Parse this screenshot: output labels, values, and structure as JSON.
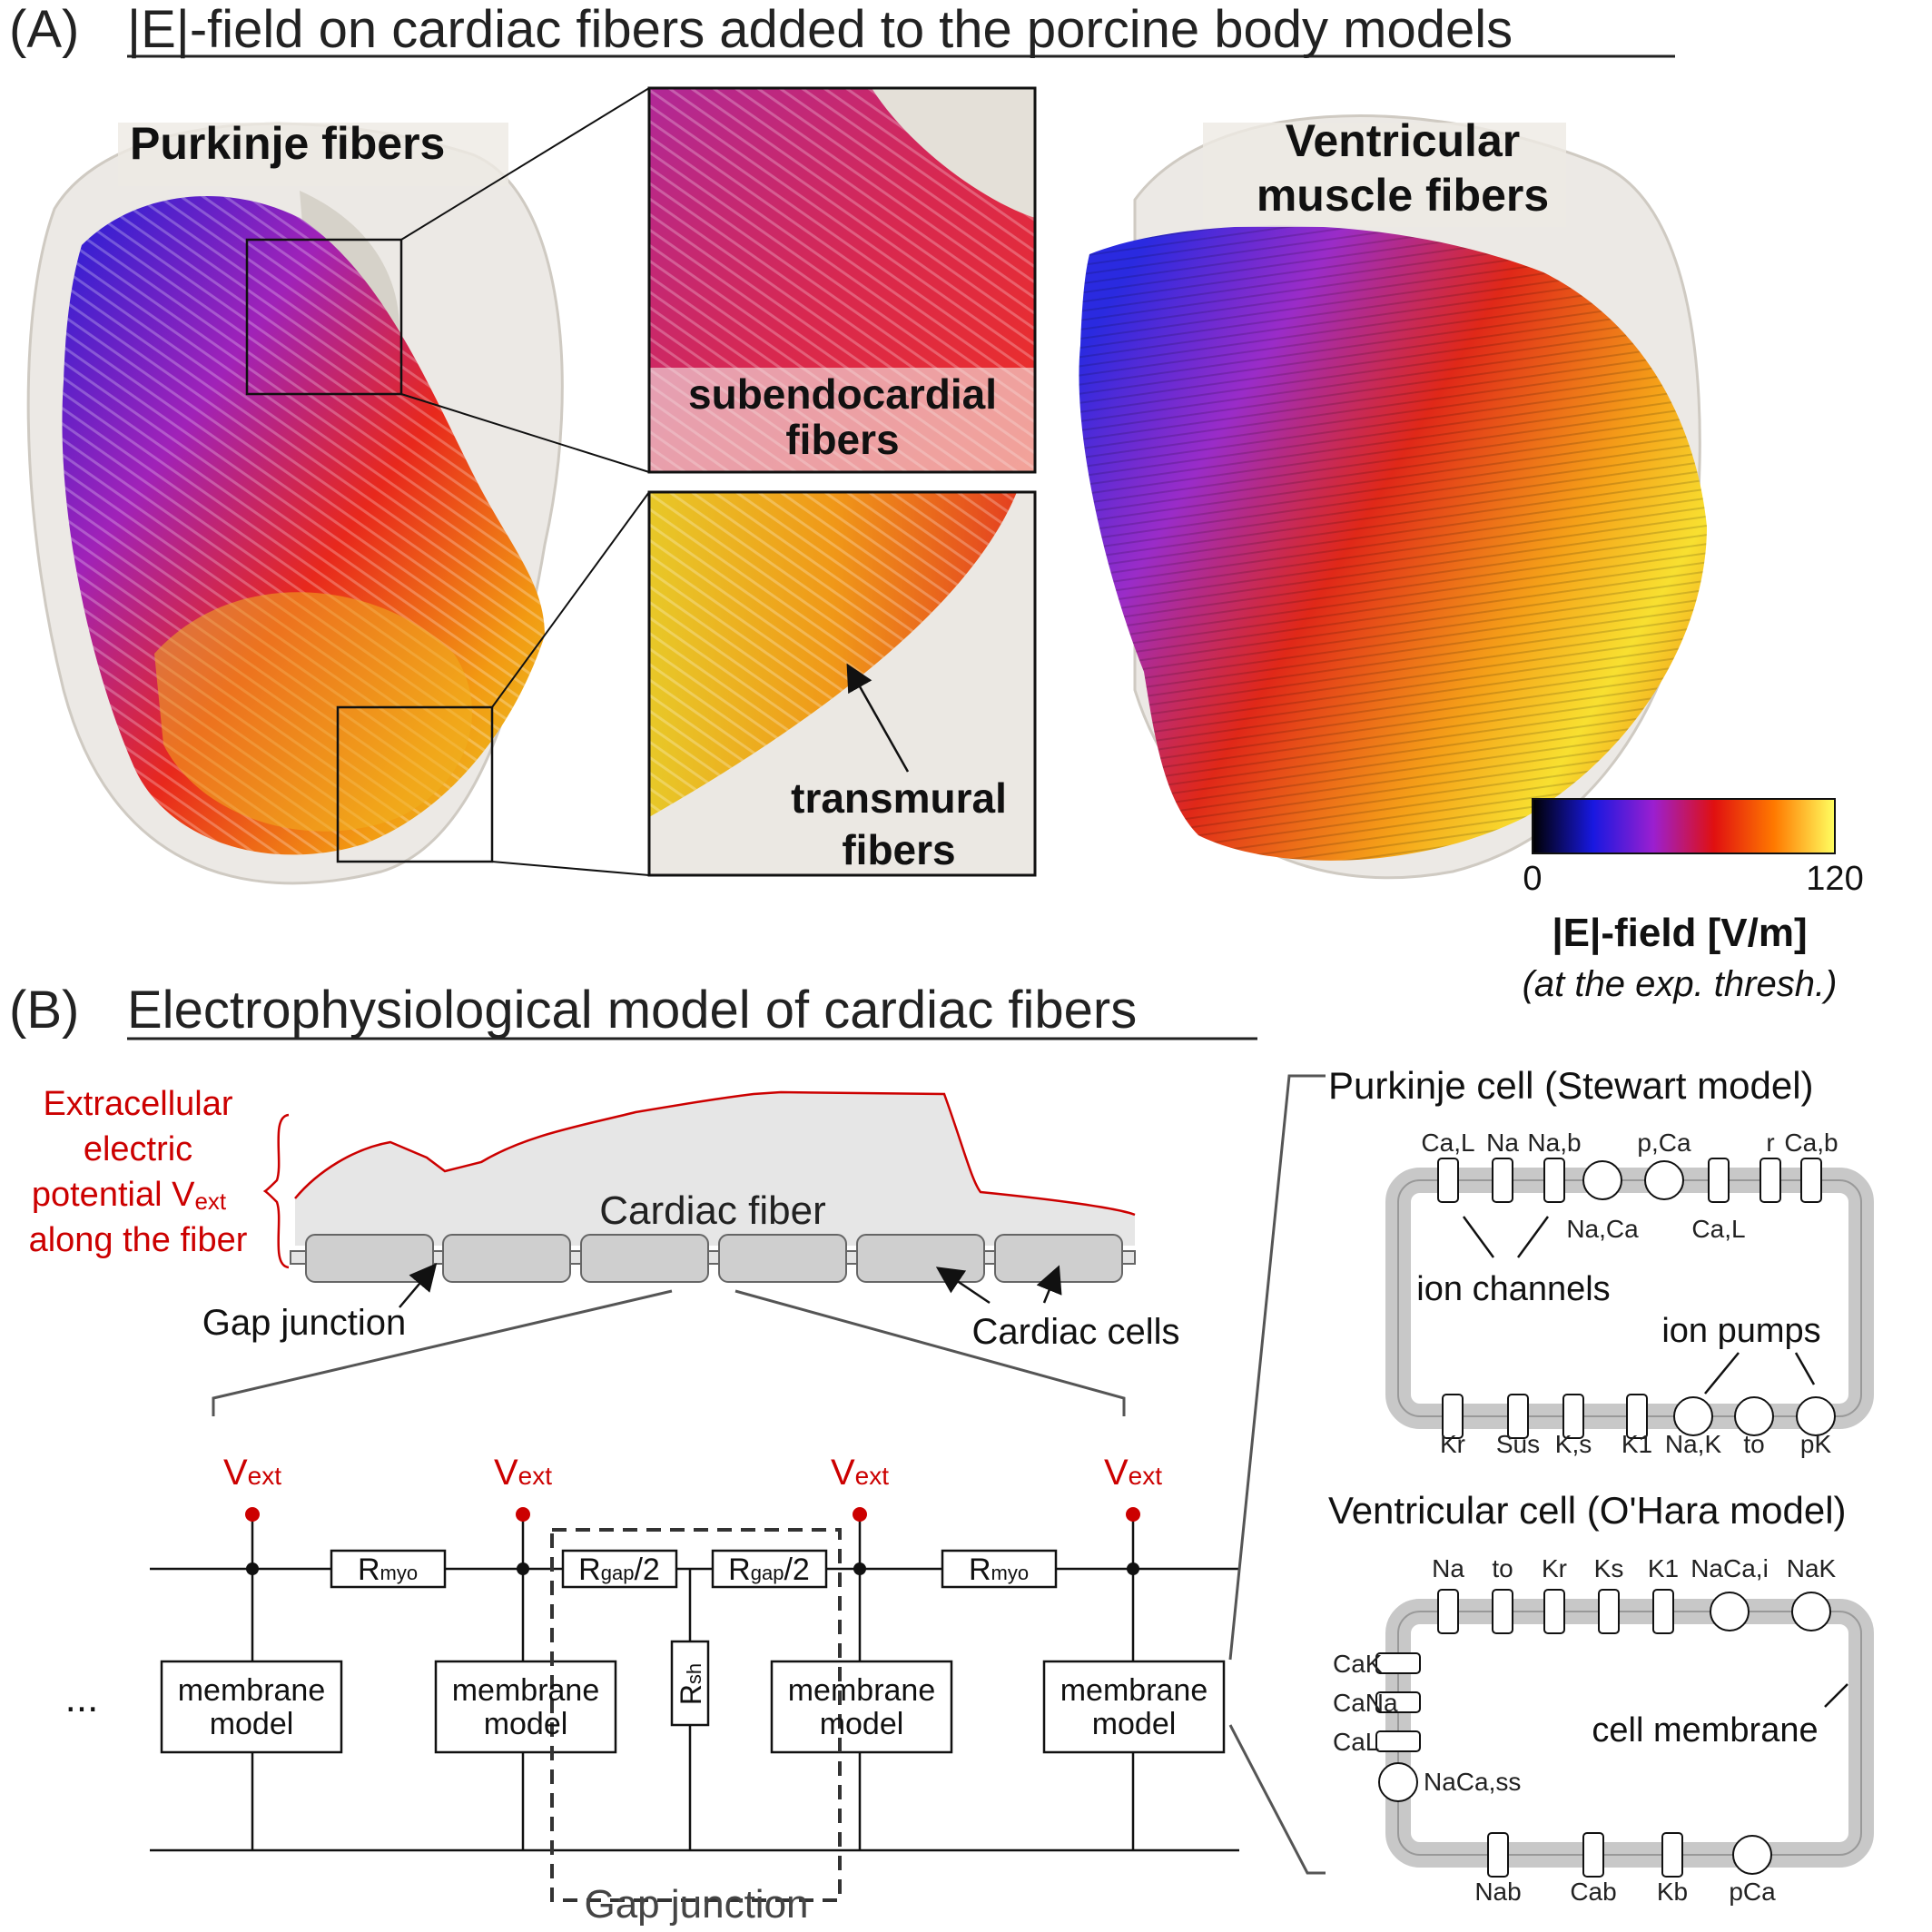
{
  "panel_a": {
    "letter": "(A)",
    "title": "|E|-field on cardiac fibers added to the porcine body models",
    "purkinje_label": "Purkinje fibers",
    "ventricular_label_1": "Ventricular",
    "ventricular_label_2": "muscle fibers",
    "subendo_label_1": "subendocardial",
    "subendo_label_2": "fibers",
    "transmural_label_1": "transmural",
    "transmural_label_2": "fibers",
    "colorbar": {
      "min": "0",
      "max": "120",
      "label": "|E|-field [V/m]",
      "sublabel": "(at the exp. thresh.)",
      "colors": [
        "#000000",
        "#1818e0",
        "#9b1fd0",
        "#e01010",
        "#ff7a00",
        "#ffff60"
      ]
    }
  },
  "panel_b": {
    "letter": "(B)",
    "title": "Electrophysiological model of cardiac fibers",
    "vext_label_1": "Extracellular",
    "vext_label_2": "electric",
    "vext_label_3": "potential V",
    "vext_label_3_sub": "ext",
    "vext_label_4": "along the fiber",
    "cardiac_fiber": "Cardiac fiber",
    "gap_junction_arrow": "Gap junction",
    "cardiac_cells": "Cardiac cells",
    "ellipsis": "...",
    "vext_main": "V",
    "vext_sub": "ext",
    "rmyo_main": "R",
    "rmyo_sub": "myo",
    "rgap_main": "R",
    "rgap_sub": "gap",
    "rgap_suffix": "/2",
    "rsh_main": "R",
    "rsh_sub": "sh",
    "membrane_1": "membrane",
    "membrane_2": "model",
    "gap_junction_box": "Gap junction",
    "accent_red": "#cc0000",
    "purkinje": {
      "title": "Purkinje cell (Stewart model)",
      "top_labels": [
        "Ca,L",
        "Na",
        "Na,b",
        "p,Ca",
        "r",
        "Ca,b"
      ],
      "mid_labels": [
        "Na,Ca",
        "Ca,L"
      ],
      "bottom_labels": [
        "Kr",
        "Sus",
        "K,s",
        "K1",
        "Na,K",
        "to",
        "pK"
      ],
      "ion_channels": "ion channels",
      "ion_pumps": "ion pumps"
    },
    "ventricular": {
      "title": "Ventricular cell (O'Hara model)",
      "top_labels": [
        "Na",
        "to",
        "Kr",
        "Ks",
        "K1",
        "NaCa,i",
        "NaK"
      ],
      "left_labels": [
        "CaK",
        "CaNa",
        "CaL",
        "NaCa,ss"
      ],
      "bottom_labels": [
        "Nab",
        "Cab",
        "Kb",
        "pCa"
      ],
      "cell_membrane": "cell membrane"
    }
  }
}
